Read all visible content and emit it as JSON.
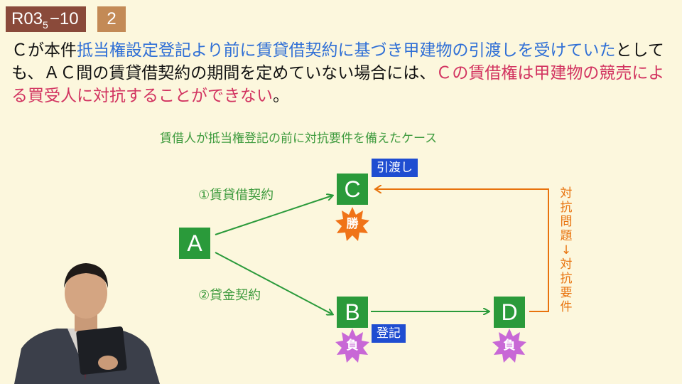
{
  "header": {
    "problem_id": "R03",
    "problem_id_sub": "5",
    "problem_id_suffix": "−10",
    "item_number": "2"
  },
  "statement": {
    "part1": "Ｃが本件",
    "part2": "抵当権設定登記より前に賃貸借契約に基づき甲建物の引渡しを受けていた",
    "part3": "としても、ＡＣ間の賃貸借契約の期間を定めていない場合には、",
    "part4": "Ｃの賃借権は甲建物の競売による買受人に対抗することができない",
    "part5": "。"
  },
  "diagram": {
    "case_title": "賃借人が抵当権登記の前に対抗要件を備えたケース",
    "nodes": {
      "a": "A",
      "b": "B",
      "c": "C",
      "d": "D"
    },
    "tags": {
      "handover": "引渡し",
      "registration": "登記"
    },
    "edge_labels": {
      "lease": "①賃貸借契約",
      "loan": "②貸金契約"
    },
    "results": {
      "c": "勝",
      "b": "負",
      "d": "負"
    },
    "vertical_label": "対抗問題↓対抗要件"
  },
  "colors": {
    "node_green": "#2a9a3a",
    "tag_blue": "#1f4dd1",
    "arrow_orange": "#e8720c",
    "win_burst": "#f07318",
    "lose_burst": "#c868d6",
    "highlight_blue": "#2f6fd6",
    "highlight_red": "#d23360"
  }
}
